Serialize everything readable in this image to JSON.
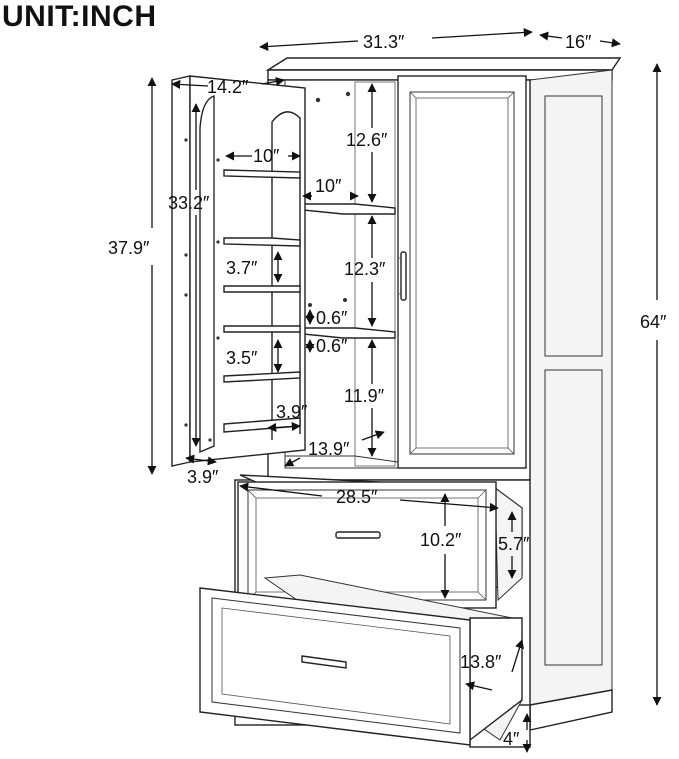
{
  "unit_label": "UNIT:INCH",
  "dimensions": {
    "overall_width": "31.3″",
    "depth": "16″",
    "overall_height": "64″",
    "door_width": "14.2″",
    "cabinet_height": "37.9″",
    "door_rack_height": "33.2″",
    "door_rack_width": "10″",
    "inner_shelf_width": "10″",
    "top_compartment": "12.6″",
    "middle_compartment": "12.3″",
    "bottom_compartment": "11.9″",
    "shelf_thickness_1": "0.6″",
    "shelf_thickness_2": "0.6″",
    "rack_gap_1": "3.7″",
    "rack_gap_2": "3.5″",
    "rack_depth": "3.9″",
    "door_depth": "3.9″",
    "inner_depth": "13.9″",
    "drawer_width": "28.5″",
    "drawer_height": "10.2″",
    "drawer_depth": "5.7″",
    "lower_drawer_depth": "13.8″",
    "base_height": "4″"
  }
}
